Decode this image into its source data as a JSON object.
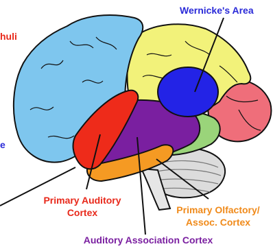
{
  "labels": {
    "wernickes_area": "Wernicke's Area",
    "primary_auditory_line1": "Primary Auditory",
    "primary_auditory_line2": "Cortex",
    "primary_olfactory_line1": "Primary Olfactory/",
    "primary_olfactory_line2": "Assoc. Cortex",
    "auditory_association": "Auditory Association Cortex",
    "cut_off_top_left": "huli",
    "cut_off_left": "e"
  },
  "colors": {
    "frontal_lobe": "#7ec6ee",
    "parietal_lobe": "#f2f27a",
    "occipital_lobe": "#ef6e7a",
    "temporal_lower": "#9ad47a",
    "primary_auditory": "#ee2b1a",
    "auditory_association": "#7a1fa0",
    "primary_olfactory": "#f59a23",
    "wernickes_area": "#2323e6",
    "cerebellum": "#dcdcdc",
    "label_wernicke": "#2a2ad8",
    "label_primary_auditory": "#e8281a",
    "label_olfactory": "#f08a1a",
    "label_assoc": "#7a1fa0",
    "label_cut_red": "#e8281a",
    "label_cut_blue": "#2a2ad8"
  }
}
